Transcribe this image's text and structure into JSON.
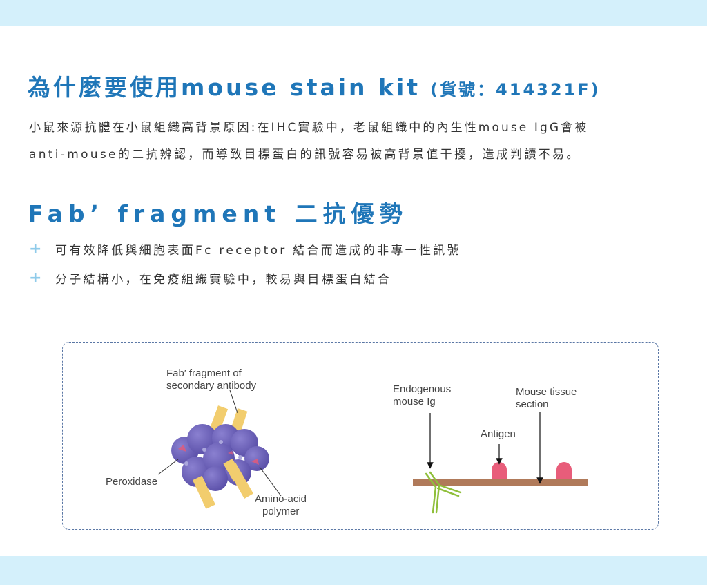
{
  "heading1": {
    "main": "為什麼要使用mouse stain kit",
    "code": "(貨號：414321F)"
  },
  "intro": {
    "line1": "小鼠來源抗體在小鼠組織高背景原因:在IHC實驗中，老鼠組織中的內生性mouse IgG會被",
    "line2": "anti-mouse的二抗辨認，而導致目標蛋白的訊號容易被高背景值干擾，造成判讀不易。"
  },
  "heading2": "Fab’ fragment 二抗優勢",
  "bullets": [
    {
      "icon": "plus-icon",
      "text": "可有效降低與細胞表面Fc receptor 結合而造成的非專一性訊號"
    },
    {
      "icon": "plus-icon",
      "text": "分子結構小，在免疫組織實驗中，較易與目標蛋白結合"
    }
  ],
  "figure": {
    "left": {
      "fab_label_1": "Fab′ fragment of",
      "fab_label_2": "secondary antibody",
      "peroxidase": "Peroxidase",
      "amino_1": "Amino-acid",
      "amino_2": "polymer"
    },
    "right": {
      "endogenous_1": "Endogenous",
      "endogenous_2": "mouse Ig",
      "mouse_tissue_1": "Mouse tissue",
      "mouse_tissue_2": "section",
      "antigen": "Antigen"
    }
  },
  "colors": {
    "accent": "#1f76b8",
    "band": "#d4f0fb",
    "bullet": "#8fcbea",
    "border": "#5a77a5",
    "polymer": "#6f63b8",
    "fab": "#f2cd6e",
    "antigen": "#e85d7a",
    "tissue": "#b07a5a",
    "antibody": "#8fbf3a"
  }
}
